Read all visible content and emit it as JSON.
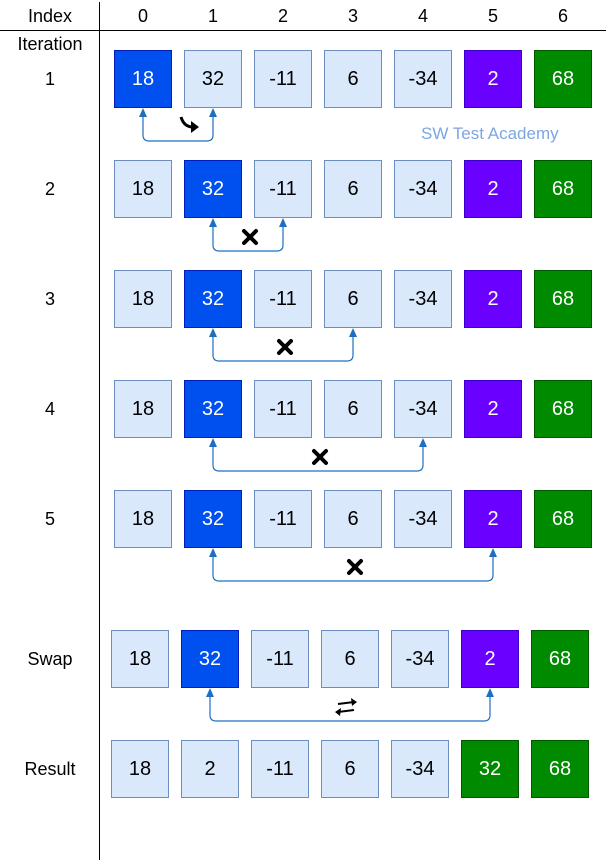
{
  "header": {
    "index_label": "Index",
    "iteration_label": "Iteration",
    "indices": [
      "0",
      "1",
      "2",
      "3",
      "4",
      "5",
      "6"
    ]
  },
  "watermark": "SW Test Academy",
  "colors": {
    "default_fill": "#dae8fc",
    "current_min": "#0050ef",
    "compared": "#6a00ff",
    "sorted": "#008a00",
    "connector": "#1f6fc0"
  },
  "rows": [
    {
      "label": "1",
      "values": [
        "18",
        "32",
        "-11",
        "6",
        "-34",
        "2",
        "68"
      ],
      "styles": [
        "blue",
        "default",
        "default",
        "default",
        "default",
        "purple",
        "green"
      ],
      "link_from": 0,
      "link_to": 1,
      "symbol": "arrow-turn-icon"
    },
    {
      "label": "2",
      "values": [
        "18",
        "32",
        "-11",
        "6",
        "-34",
        "2",
        "68"
      ],
      "styles": [
        "default",
        "blue",
        "default",
        "default",
        "default",
        "purple",
        "green"
      ],
      "link_from": 1,
      "link_to": 2,
      "symbol": "cross-icon"
    },
    {
      "label": "3",
      "values": [
        "18",
        "32",
        "-11",
        "6",
        "-34",
        "2",
        "68"
      ],
      "styles": [
        "default",
        "blue",
        "default",
        "default",
        "default",
        "purple",
        "green"
      ],
      "link_from": 1,
      "link_to": 3,
      "symbol": "cross-icon"
    },
    {
      "label": "4",
      "values": [
        "18",
        "32",
        "-11",
        "6",
        "-34",
        "2",
        "68"
      ],
      "styles": [
        "default",
        "blue",
        "default",
        "default",
        "default",
        "purple",
        "green"
      ],
      "link_from": 1,
      "link_to": 4,
      "symbol": "cross-icon"
    },
    {
      "label": "5",
      "values": [
        "18",
        "32",
        "-11",
        "6",
        "-34",
        "2",
        "68"
      ],
      "styles": [
        "default",
        "blue",
        "default",
        "default",
        "default",
        "purple",
        "green"
      ],
      "link_from": 1,
      "link_to": 5,
      "symbol": "cross-icon"
    },
    {
      "label": "Swap",
      "values": [
        "18",
        "32",
        "-11",
        "6",
        "-34",
        "2",
        "68"
      ],
      "styles": [
        "default",
        "blue",
        "default",
        "default",
        "default",
        "purple",
        "green"
      ],
      "link_from": 1,
      "link_to": 5,
      "symbol": "swap-icon"
    },
    {
      "label": "Result",
      "values": [
        "18",
        "2",
        "-11",
        "6",
        "-34",
        "32",
        "68"
      ],
      "styles": [
        "default",
        "default",
        "default",
        "default",
        "default",
        "green",
        "green"
      ],
      "link_from": null,
      "link_to": null,
      "symbol": null
    }
  ]
}
